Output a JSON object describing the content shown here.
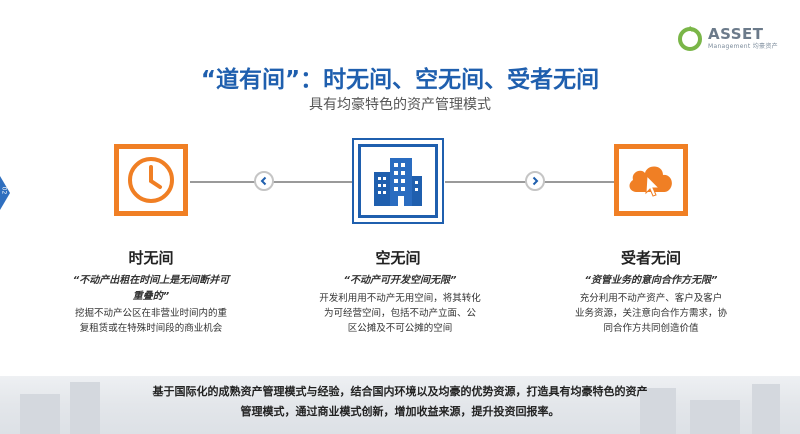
{
  "logo": {
    "name": "ASSET",
    "subtitle": "Management 均豪资产",
    "color": "#7ab648"
  },
  "side_tab": {
    "label": "02",
    "color": "#2f6fbf"
  },
  "header": {
    "title": "“道有间”：时无间、空无间、受者无间",
    "subtitle": "具有均豪特色的资产管理模式"
  },
  "colors": {
    "blue": "#1f5fae",
    "orange": "#f07f24",
    "gray_line": "#9a9a9a"
  },
  "columns": [
    {
      "icon": "clock-icon",
      "title": "时无间",
      "quote_lines": [
        "“不动产出租在时间上是无间断并可",
        "重叠的”"
      ],
      "body_lines": [
        "挖掘不动产公区在非营业时间内的重",
        "复租赁或在特殊时间段的商业机会"
      ]
    },
    {
      "icon": "building-icon",
      "title": "空无间",
      "quote_lines": [
        "“不动产可开发空间无限”"
      ],
      "body_lines": [
        "开发利用用不动产无用空间，将其转化",
        "为可经营空间，包括不动产立面、公",
        "区公摊及不可公摊的空间"
      ]
    },
    {
      "icon": "cloud-cursor-icon",
      "title": "受者无间",
      "quote_lines": [
        "“资管业务的意向合作方无限”"
      ],
      "body_lines": [
        "充分利用不动产资产、客户及客户",
        "业务资源，关注意向合作方需求，协",
        "同合作方共同创造价值"
      ]
    }
  ],
  "footer": {
    "lines": [
      "基于国际化的成熟资产管理模式与经验，结合国内环境以及均豪的优势资源，打造具有均豪特色的资产",
      "管理模式，通过商业模式创新，增加收益来源，提升投资回报率。"
    ]
  }
}
